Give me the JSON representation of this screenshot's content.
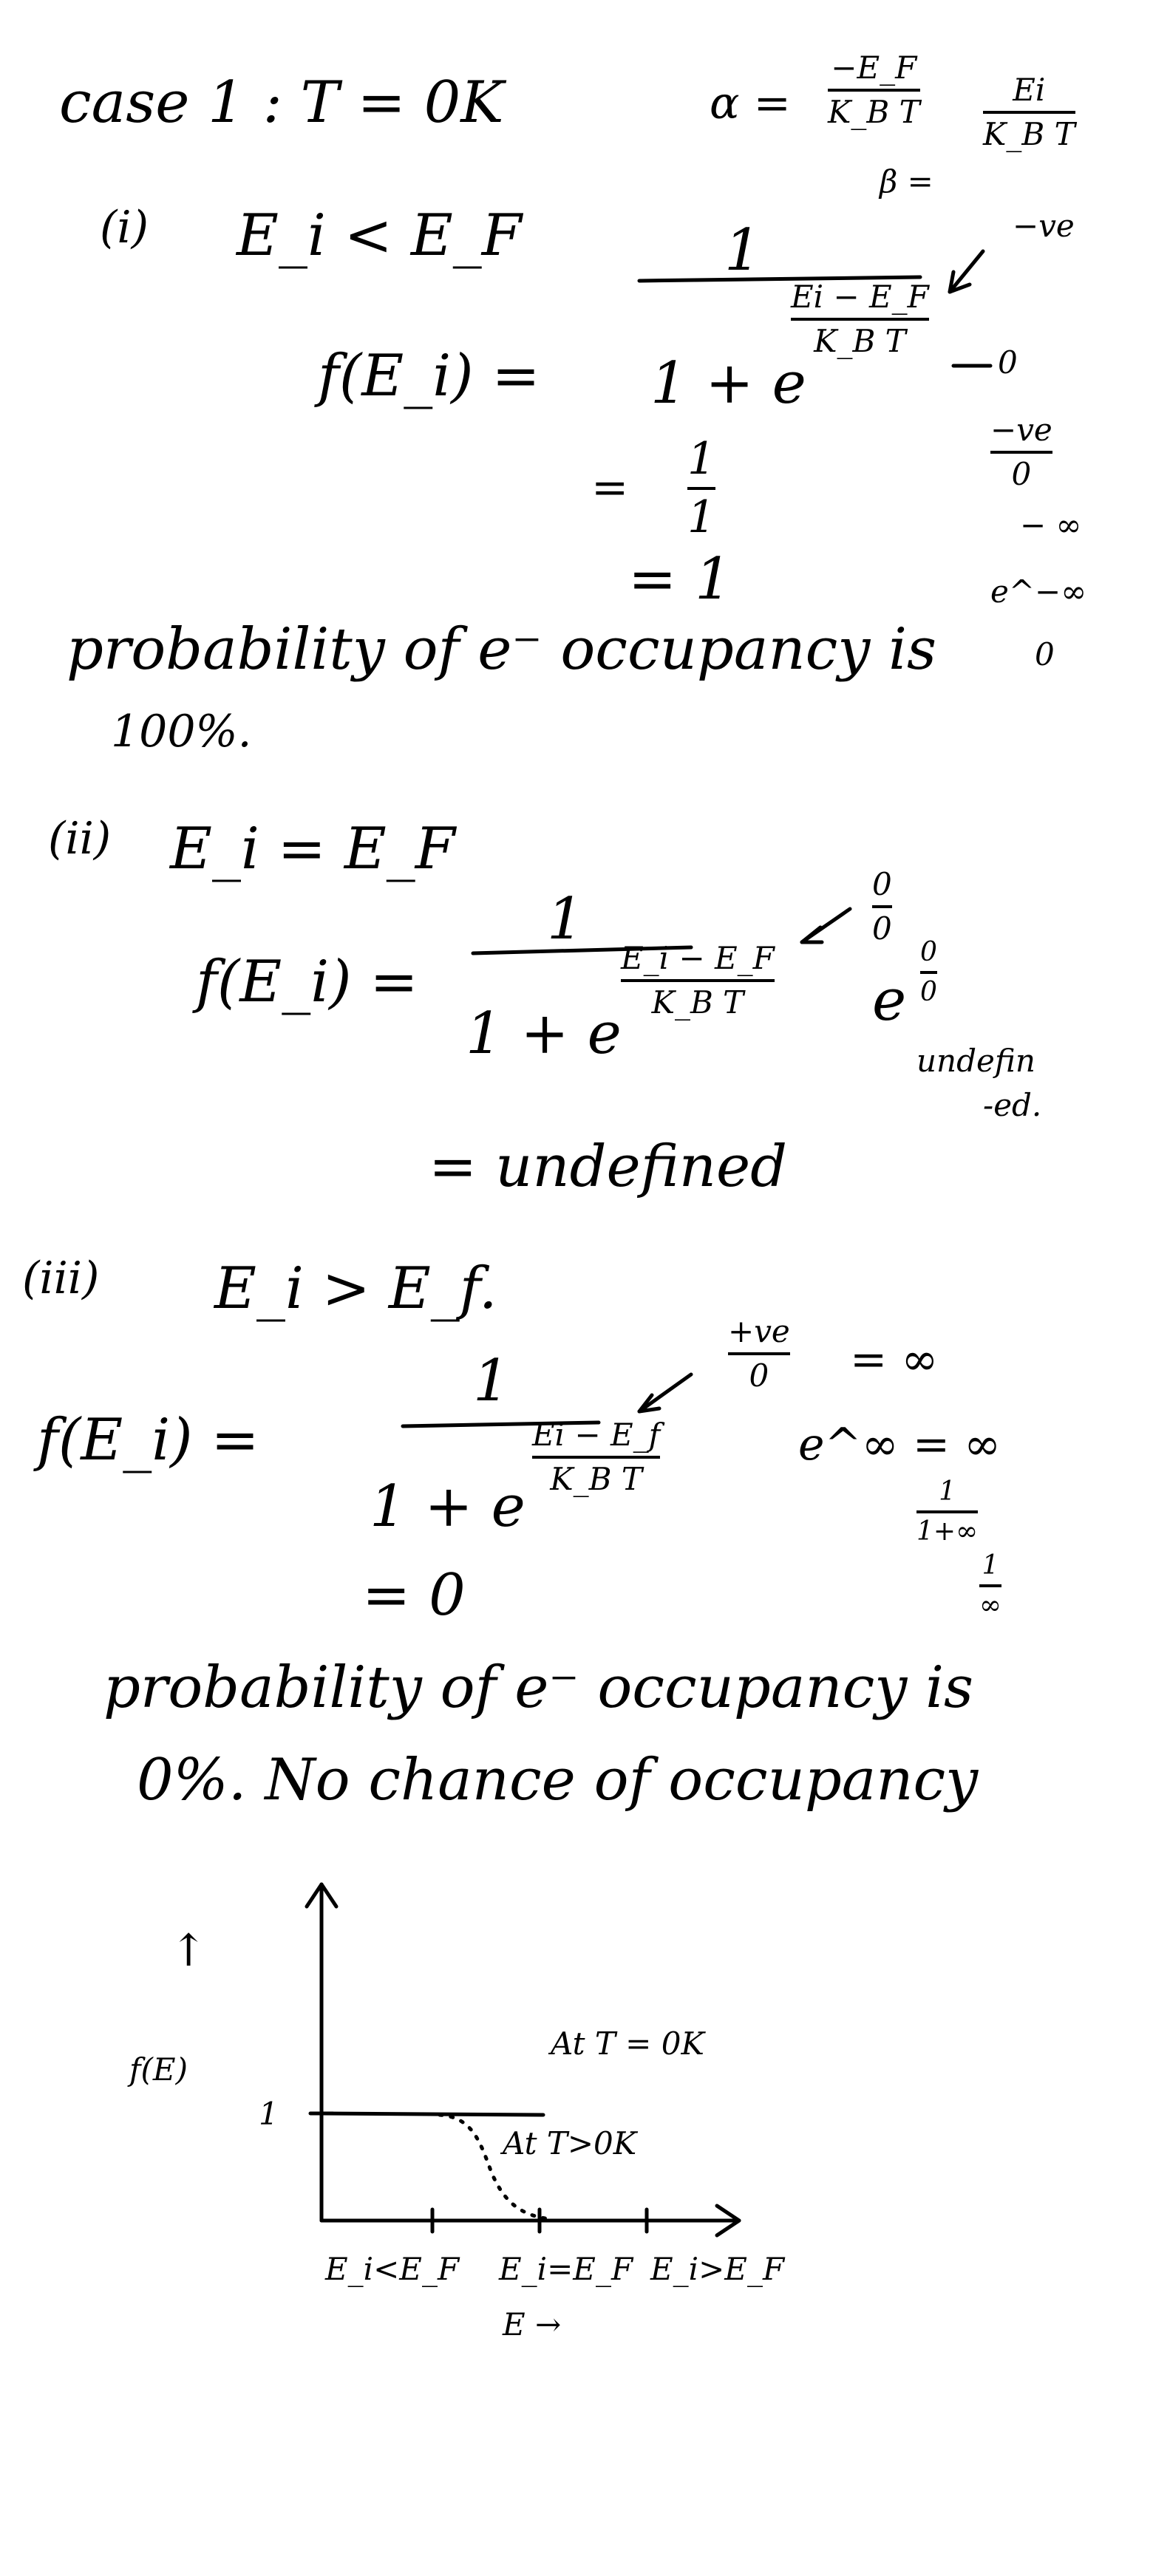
{
  "case_title": "case 1 :  T = 0K",
  "alpha_label": "α =",
  "alpha_num": "−E_F",
  "alpha_den": "K_B T",
  "beta_label": "β =",
  "beta_num": "Ei",
  "beta_den": "K_B T",
  "part1": {
    "label": "(i)",
    "condition": "E_i < E_F",
    "lhs": "f(E_i) =",
    "num": "1",
    "den_base": "1 + e",
    "exp_num": "Ei − E_F",
    "exp_den": "K_B T",
    "note_top": "−ve",
    "note_arrow_to": "0",
    "note_frac_num": "−ve",
    "note_frac_den": "0",
    "note_neg_inf": "− ∞",
    "note_e_neg_inf": "e^−∞",
    "note_zero": "0",
    "step1_eq": "=",
    "step1_num": "1",
    "step1_den": "1",
    "step2": "= 1",
    "conclusion_line1": "probability of e⁻ occupancy is",
    "conclusion_line2": "100%."
  },
  "part2": {
    "label": "(ii)",
    "condition": "E_i = E_F",
    "lhs": "f(E_i) =",
    "num": "1",
    "den_base": "1 + e",
    "exp_num": "E_i − E_F",
    "exp_den": "K_B T",
    "note_frac_num": "0",
    "note_frac_den": "0",
    "note_e": "e",
    "note_e_num": "0",
    "note_e_den": "0",
    "note_undefined_1": "undefin",
    "note_undefined_2": "-ed.",
    "result": "=  undefined"
  },
  "part3": {
    "label": "(iii)",
    "condition": "E_i > E_f.",
    "lhs": "f(E_i) =",
    "num": "1",
    "den_base": "1 + e",
    "exp_num": "Ei − E_f",
    "exp_den": "K_B T",
    "note_frac_num": "+ve",
    "note_frac_den": "0",
    "note_eq_inf": "= ∞",
    "note_e_inf": "e^∞ = ∞",
    "note_1": "1",
    "note_1_den": "1+∞",
    "note_2": "1",
    "note_2_den": "∞",
    "result": "= 0",
    "conclusion_line1": "probability of e⁻ occupancy is",
    "conclusion_line2": "0%.     No chance  of occupancy"
  },
  "graph": {
    "ylabel": "f(E)",
    "y_one": "1",
    "label_t0": "At T = 0K",
    "label_tgt0": "At T>0K",
    "tick1": "E_i<E_F",
    "tick2": "E_i=E_F",
    "tick3": "E_i>E_F",
    "xlabel": "E →"
  }
}
